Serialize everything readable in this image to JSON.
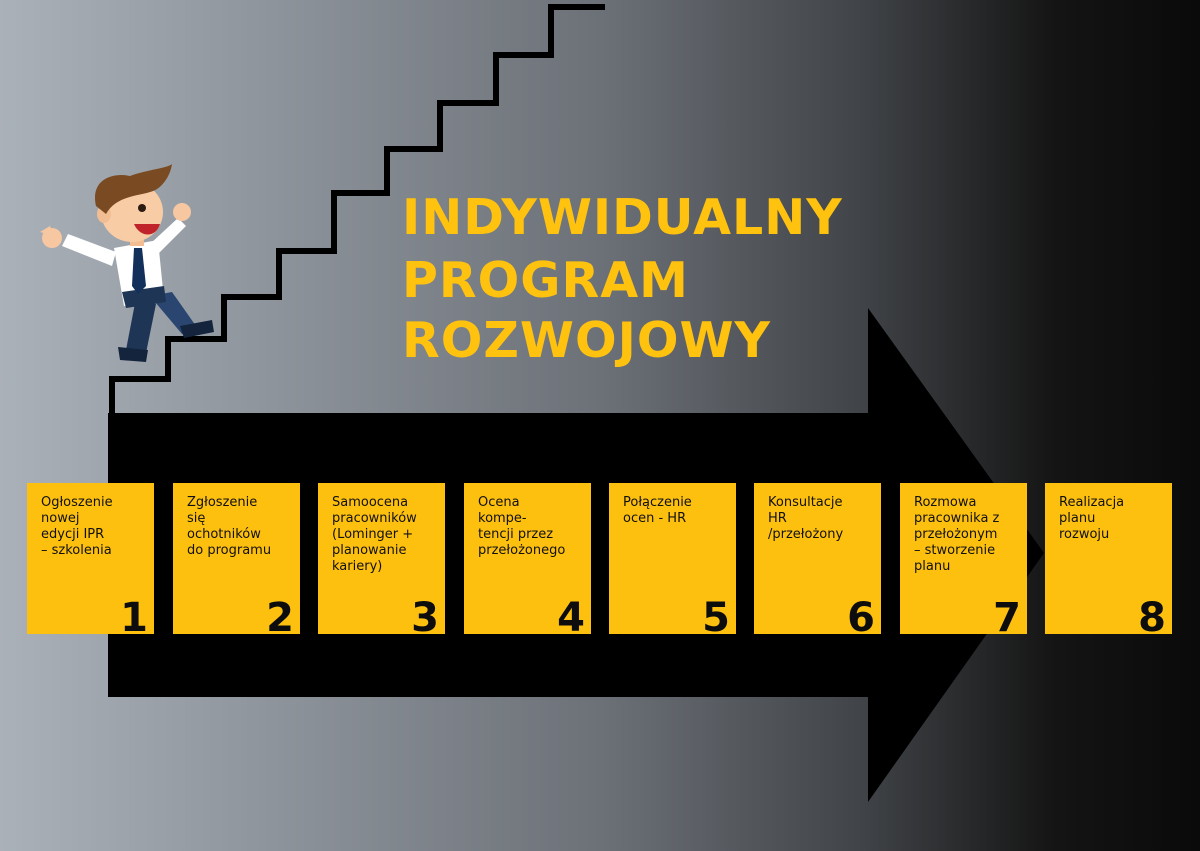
{
  "title": {
    "line1": "INDYWIDUALNY",
    "line2": "PROGRAM",
    "line3": "ROZWOJOWY"
  },
  "steps": [
    {
      "number": "1",
      "label": "Ogłoszenie\nnowej\nedycji IPR\n– szkolenia"
    },
    {
      "number": "2",
      "label": "Zgłoszenie\nsię\nochotników\ndo programu"
    },
    {
      "number": "3",
      "label": "Samoocena\npracowników\n(Lominger +\nplanowanie\nkariery)"
    },
    {
      "number": "4",
      "label": "Ocena\nkompe-\ntencji przez\nprzełożonego"
    },
    {
      "number": "5",
      "label": "Połączenie\nocen - HR"
    },
    {
      "number": "6",
      "label": "Konsultacje\nHR\n/przełożony"
    },
    {
      "number": "7",
      "label": "Rozmowa\npracownika z\nprzełożonym\n– stworzenie\nplanu"
    },
    {
      "number": "8",
      "label": "Realizacja\nplanu\nrozwoju"
    }
  ],
  "colors": {
    "accent": "#ffc20e",
    "box": "#fec00f",
    "arrow": "#000000"
  }
}
